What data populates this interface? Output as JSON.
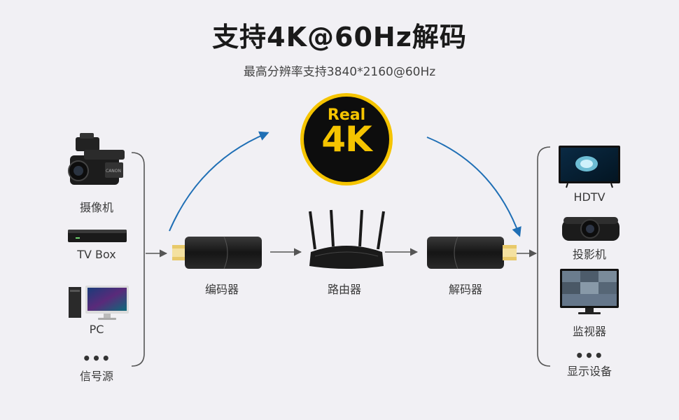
{
  "title": "支持4K@60Hz解码",
  "subtitle": "最高分辨率支持3840*2160@60Hz",
  "badge": {
    "top": "Real",
    "main": "4K",
    "bg": "#0d0d0d",
    "ring": "#f5c400",
    "text": "#f5c400"
  },
  "sources": {
    "items": [
      {
        "label": "摄像机",
        "icon": "camcorder-icon"
      },
      {
        "label": "TV Box",
        "icon": "tv-box-icon"
      },
      {
        "label": "PC",
        "icon": "pc-icon"
      }
    ],
    "more_dots": "•••",
    "more_label": "信号源"
  },
  "chain": [
    {
      "label": "编码器",
      "icon": "encoder-dongle-icon"
    },
    {
      "label": "路由器",
      "icon": "router-icon"
    },
    {
      "label": "解码器",
      "icon": "decoder-dongle-icon"
    }
  ],
  "displays": {
    "items": [
      {
        "label": "HDTV",
        "icon": "hdtv-icon"
      },
      {
        "label": "投影机",
        "icon": "projector-icon"
      },
      {
        "label": "监视器",
        "icon": "monitor-icon"
      }
    ],
    "more_dots": "•••",
    "more_label": "显示设备"
  },
  "colors": {
    "arrow_blue": "#1f6fb5",
    "arrow_gray": "#555555",
    "connector_gold": "#e8c96a"
  }
}
